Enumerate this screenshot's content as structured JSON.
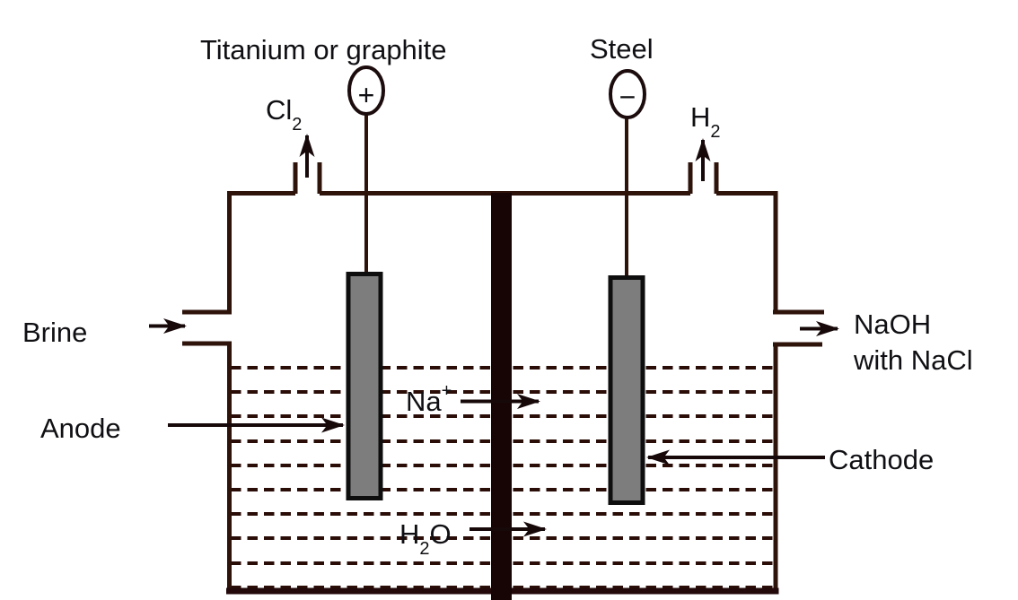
{
  "labels": {
    "anode_material": "Titanium or graphite",
    "cathode_material": "Steel",
    "anode_terminal_sign": "+",
    "cathode_terminal_sign": "−",
    "chlorine_gas": {
      "base": "Cl",
      "sub": "2"
    },
    "hydrogen_gas": {
      "base": "H",
      "sub": "2"
    },
    "brine_inlet": "Brine",
    "anode": "Anode",
    "cathode": "Cathode",
    "sodium_ion": {
      "base": "Na",
      "sup": "+"
    },
    "water": {
      "base": "H",
      "sub": "2",
      "rest": "O"
    },
    "outlet_product_line1": "NaOH",
    "outlet_product_line2": "with NaCl"
  },
  "colors": {
    "line": "#2e130b",
    "dash": "#2a0d07",
    "divider": "#170404",
    "electrode_fill": "#7d7d7d",
    "electrode_border": "#0e0e0e",
    "arrow": "#17090a",
    "text": "#101014",
    "background": "#ffffff"
  }
}
